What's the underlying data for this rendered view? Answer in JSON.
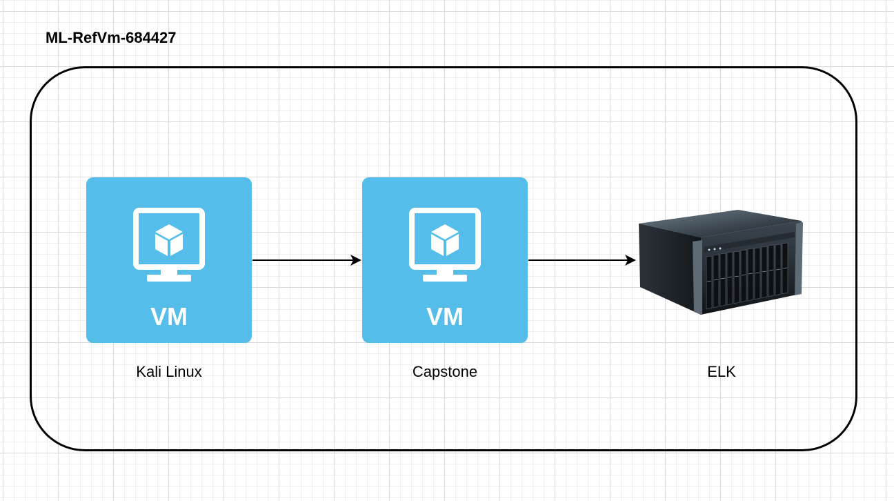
{
  "diagram": {
    "title": "ML-RefVm-684427"
  },
  "nodes": [
    {
      "id": "kali",
      "icon_text": "VM",
      "label": "Kali Linux",
      "kind": "vm"
    },
    {
      "id": "capstone",
      "icon_text": "VM",
      "label": "Capstone",
      "kind": "vm"
    },
    {
      "id": "elk",
      "label": "ELK",
      "kind": "server"
    }
  ],
  "edges": [
    {
      "from": "kali",
      "to": "capstone"
    },
    {
      "from": "capstone",
      "to": "elk"
    }
  ],
  "colors": {
    "vm_fill": "#55bdea",
    "vm_text": "#ffffff",
    "edge": "#000000",
    "container_border": "#000000"
  }
}
